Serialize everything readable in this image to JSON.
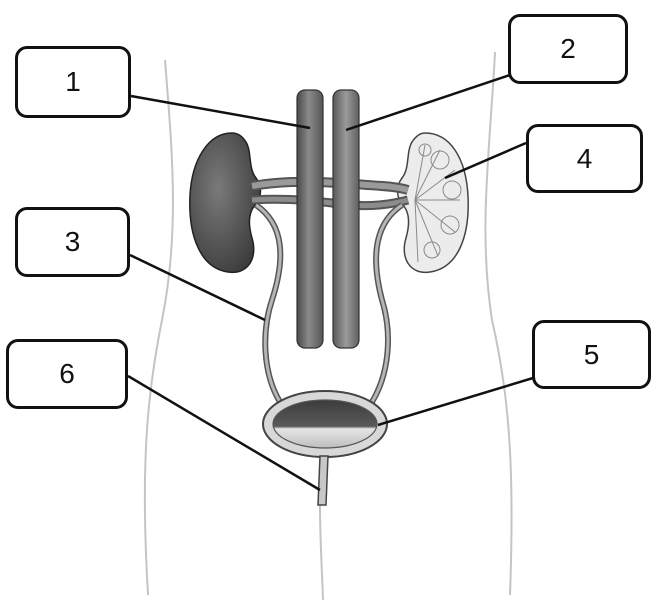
{
  "labels": [
    {
      "id": "1",
      "text": "1"
    },
    {
      "id": "2",
      "text": "2"
    },
    {
      "id": "3",
      "text": "3"
    },
    {
      "id": "4",
      "text": "4"
    },
    {
      "id": "5",
      "text": "5"
    },
    {
      "id": "6",
      "text": "6"
    }
  ],
  "colors": {
    "outline": "#111111",
    "body_outline": "#c4c4c4",
    "kidney_left": "#555555",
    "kidney_right": "#e8e8e8",
    "vessel": "#6e6e6e",
    "background": "#ffffff"
  }
}
